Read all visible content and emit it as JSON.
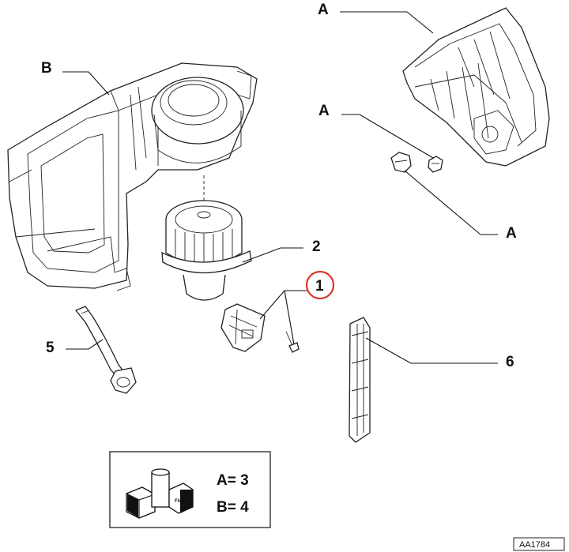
{
  "callouts": {
    "b_housing": "B",
    "a_cover_top": "A",
    "a_clip_upper": "A",
    "a_clip_lower": "A",
    "part_2": "2",
    "part_1": "1",
    "part_5": "5",
    "part_6": "6"
  },
  "legend": {
    "line_a": "A= 3",
    "line_b": "B= 4",
    "brand_mark": "FIAT"
  },
  "reference": "AA1784",
  "colors": {
    "highlight_ring": "#d9342b",
    "line": "#222222"
  }
}
